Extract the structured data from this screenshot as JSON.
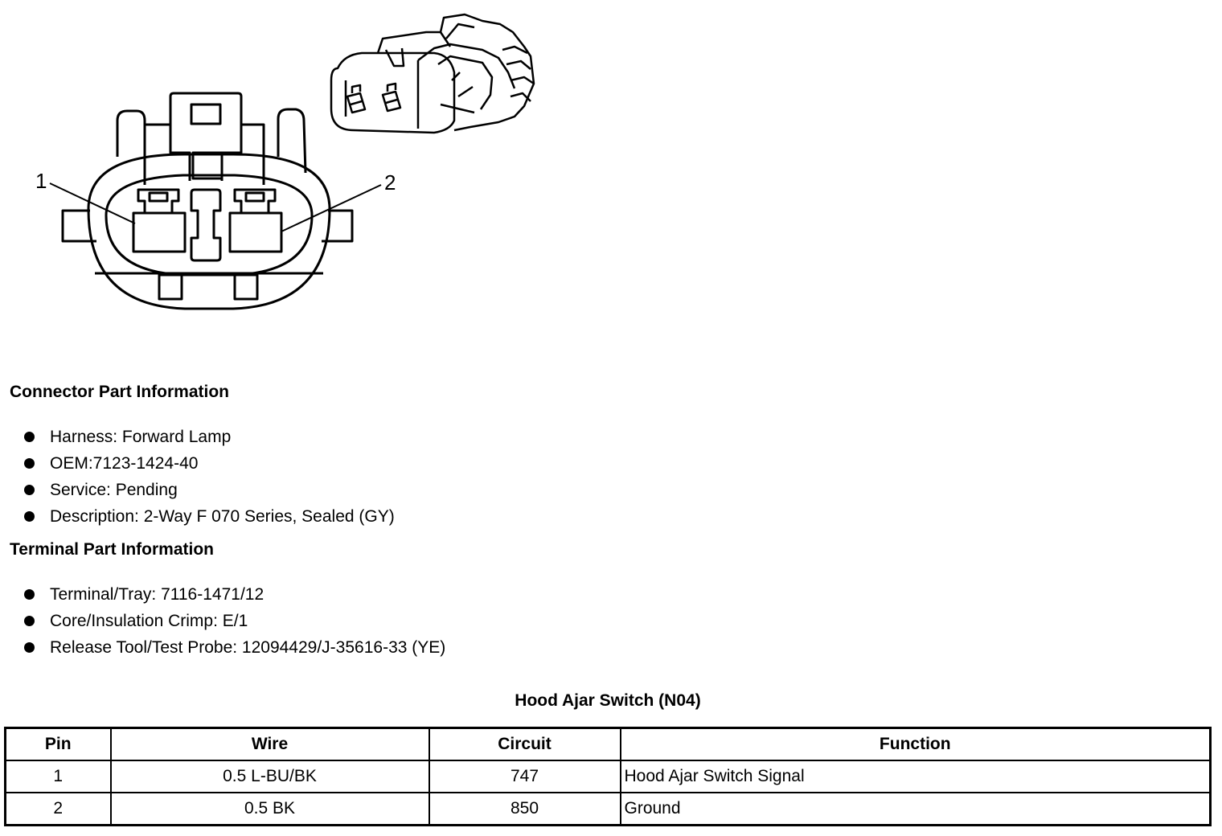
{
  "diagram": {
    "pin_labels": [
      "1",
      "2"
    ]
  },
  "connector_info": {
    "heading": "Connector Part Information",
    "items": [
      "Harness: Forward Lamp",
      "OEM:7123-1424-40",
      "Service: Pending",
      "Description: 2-Way F 070 Series, Sealed (GY)"
    ]
  },
  "terminal_info": {
    "heading": "Terminal Part Information",
    "items": [
      "Terminal/Tray: 7116-1471/12",
      "Core/Insulation Crimp: E/1",
      "Release Tool/Test Probe: 12094429/J-35616-33 (YE)"
    ]
  },
  "table": {
    "title": "Hood Ajar Switch (N04)",
    "headers": [
      "Pin",
      "Wire",
      "Circuit",
      "Function"
    ],
    "rows": [
      [
        "1",
        "0.5 L-BU/BK",
        "747",
        "Hood Ajar Switch Signal"
      ],
      [
        "2",
        "0.5 BK",
        "850",
        "Ground"
      ]
    ]
  }
}
